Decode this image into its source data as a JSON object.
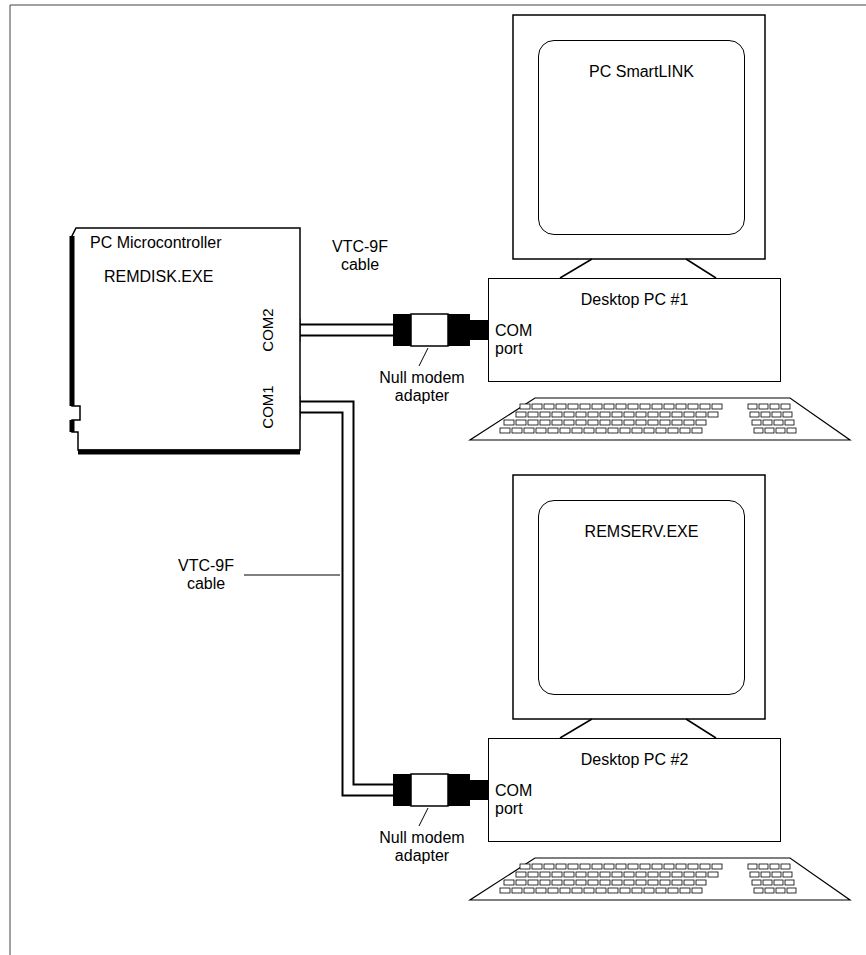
{
  "diagram": {
    "nodes": [
      {
        "text": [
          "PC Microcontroller",
          "REMDISK.EXE"
        ]
      },
      {
        "text": [
          "PC SmartLINK"
        ]
      },
      {
        "text": [
          "Desktop PC #1",
          "COM port"
        ]
      },
      {
        "text": [
          "REMSERV.EXE"
        ]
      },
      {
        "text": [
          "Desktop PC #2",
          "COM port"
        ]
      }
    ],
    "edges": [
      {
        "from": 0,
        "to": 2,
        "arrow": "none"
      },
      {
        "from": 0,
        "to": 4,
        "arrow": "none"
      }
    ],
    "labels": [
      "COM2",
      "COM1",
      "VTC-9F cable",
      "VTC-9F cable",
      "Null modem adapter",
      "Null modem adapter"
    ]
  }
}
